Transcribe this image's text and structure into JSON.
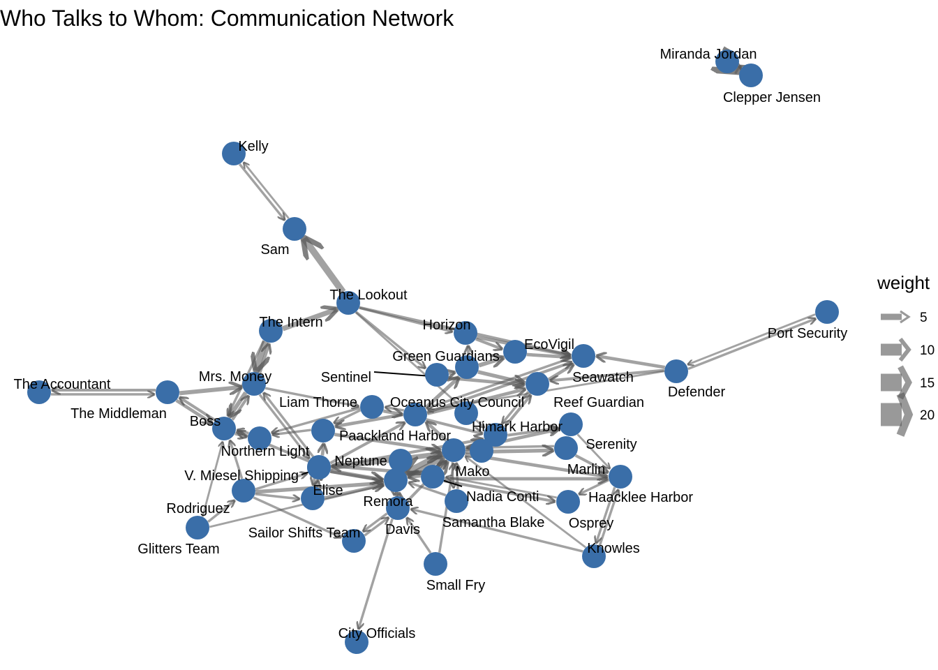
{
  "title": "Who Talks to Whom: Communication Network",
  "colors": {
    "node": "#3a6ea8",
    "edge": "#555555",
    "background": "#ffffff"
  },
  "legend": {
    "title": "weight",
    "items": [
      {
        "label": "5",
        "weight": 5
      },
      {
        "label": "10",
        "weight": 10
      },
      {
        "label": "15",
        "weight": 15
      },
      {
        "label": "20",
        "weight": 20
      }
    ]
  },
  "nodes": [
    {
      "id": "miranda",
      "label": "Miranda Jordan"
    },
    {
      "id": "clepper",
      "label": "Clepper Jensen"
    },
    {
      "id": "kelly",
      "label": "Kelly"
    },
    {
      "id": "sam",
      "label": "Sam"
    },
    {
      "id": "lookout",
      "label": "The Lookout"
    },
    {
      "id": "intern",
      "label": "The Intern"
    },
    {
      "id": "horizon",
      "label": "Horizon"
    },
    {
      "id": "ecovigil",
      "label": "EcoVigil"
    },
    {
      "id": "greenguardians",
      "label": "Green Guardians"
    },
    {
      "id": "portsecurity",
      "label": "Port Security"
    },
    {
      "id": "seawatch",
      "label": "Seawatch"
    },
    {
      "id": "defender",
      "label": "Defender"
    },
    {
      "id": "sentinel",
      "label": "Sentinel"
    },
    {
      "id": "accountant",
      "label": "The Accountant"
    },
    {
      "id": "middleman",
      "label": "The Middleman"
    },
    {
      "id": "mrsmoney",
      "label": "Mrs. Money"
    },
    {
      "id": "liamthorne",
      "label": "Liam Thorne"
    },
    {
      "id": "council",
      "label": "Oceanus City Council"
    },
    {
      "id": "reefguardian",
      "label": "Reef Guardian"
    },
    {
      "id": "boss",
      "label": "Boss"
    },
    {
      "id": "himark",
      "label": "Himark Harbor"
    },
    {
      "id": "paackland",
      "label": "Paackland Harbor"
    },
    {
      "id": "northernlight",
      "label": "Northern Light"
    },
    {
      "id": "serenity",
      "label": "Serenity"
    },
    {
      "id": "neptune",
      "label": "Neptune"
    },
    {
      "id": "mako",
      "label": "Mako"
    },
    {
      "id": "marlin",
      "label": "Marlin"
    },
    {
      "id": "vmiesel",
      "label": "V. Miesel Shipping"
    },
    {
      "id": "elise",
      "label": "Elise"
    },
    {
      "id": "haacklee",
      "label": "Haacklee Harbor"
    },
    {
      "id": "nadiaconti",
      "label": "Nadia Conti"
    },
    {
      "id": "rodriguez",
      "label": "Rodriguez"
    },
    {
      "id": "remora",
      "label": "Remora"
    },
    {
      "id": "osprey",
      "label": "Osprey"
    },
    {
      "id": "samanthablake",
      "label": "Samantha Blake"
    },
    {
      "id": "sailorshifts",
      "label": "Sailor Shifts Team"
    },
    {
      "id": "davis",
      "label": "Davis"
    },
    {
      "id": "glitters",
      "label": "Glitters Team"
    },
    {
      "id": "knowles",
      "label": "Knowles"
    },
    {
      "id": "smallfry",
      "label": "Small Fry"
    },
    {
      "id": "cityofficials",
      "label": "City Officials"
    }
  ],
  "edges": [
    {
      "from": "miranda",
      "to": "clepper",
      "weight": 18
    },
    {
      "from": "clepper",
      "to": "miranda",
      "weight": 6
    },
    {
      "from": "kelly",
      "to": "sam",
      "weight": 4
    },
    {
      "from": "sam",
      "to": "kelly",
      "weight": 3
    },
    {
      "from": "lookout",
      "to": "sam",
      "weight": 14
    },
    {
      "from": "intern",
      "to": "lookout",
      "weight": 10
    },
    {
      "from": "lookout",
      "to": "seawatch",
      "weight": 5
    },
    {
      "from": "lookout",
      "to": "horizon",
      "weight": 4
    },
    {
      "from": "lookout",
      "to": "sentinel",
      "weight": 4
    },
    {
      "from": "lookout",
      "to": "himark",
      "weight": 3
    },
    {
      "from": "intern",
      "to": "mrsmoney",
      "weight": 12
    },
    {
      "from": "mrsmoney",
      "to": "intern",
      "weight": 6
    },
    {
      "from": "mrsmoney",
      "to": "boss",
      "weight": 8
    },
    {
      "from": "middleman",
      "to": "accountant",
      "weight": 5
    },
    {
      "from": "accountant",
      "to": "middleman",
      "weight": 4
    },
    {
      "from": "middleman",
      "to": "mrsmoney",
      "weight": 8
    },
    {
      "from": "middleman",
      "to": "boss",
      "weight": 6
    },
    {
      "from": "boss",
      "to": "middleman",
      "weight": 5
    },
    {
      "from": "mrsmoney",
      "to": "liamthorne",
      "weight": 4
    },
    {
      "from": "mrsmoney",
      "to": "vmiesel",
      "weight": 4
    },
    {
      "from": "boss",
      "to": "mrsmoney",
      "weight": 5
    },
    {
      "from": "defender",
      "to": "portsecurity",
      "weight": 4
    },
    {
      "from": "portsecurity",
      "to": "defender",
      "weight": 3
    },
    {
      "from": "defender",
      "to": "seawatch",
      "weight": 6
    },
    {
      "from": "defender",
      "to": "reefguardian",
      "weight": 5
    },
    {
      "from": "defender",
      "to": "council",
      "weight": 3
    },
    {
      "from": "horizon",
      "to": "seawatch",
      "weight": 6
    },
    {
      "from": "ecovigil",
      "to": "seawatch",
      "weight": 6
    },
    {
      "from": "greenguardians",
      "to": "ecovigil",
      "weight": 8
    },
    {
      "from": "horizon",
      "to": "ecovigil",
      "weight": 5
    },
    {
      "from": "greenguardians",
      "to": "reefguardian",
      "weight": 7
    },
    {
      "from": "sentinel",
      "to": "greenguardians",
      "weight": 6
    },
    {
      "from": "sentinel",
      "to": "reefguardian",
      "weight": 6
    },
    {
      "from": "reefguardian",
      "to": "seawatch",
      "weight": 6
    },
    {
      "from": "council",
      "to": "greenguardians",
      "weight": 7
    },
    {
      "from": "council",
      "to": "reefguardian",
      "weight": 6
    },
    {
      "from": "council",
      "to": "himark",
      "weight": 5
    },
    {
      "from": "council",
      "to": "paackland",
      "weight": 6
    },
    {
      "from": "council",
      "to": "liamthorne",
      "weight": 4
    },
    {
      "from": "liamthorne",
      "to": "council",
      "weight": 6
    },
    {
      "from": "liamthorne",
      "to": "northernlight",
      "weight": 4
    },
    {
      "from": "himark",
      "to": "serenity",
      "weight": 5
    },
    {
      "from": "himark",
      "to": "reefguardian",
      "weight": 5
    },
    {
      "from": "mako",
      "to": "himark",
      "weight": 8
    },
    {
      "from": "mako",
      "to": "serenity",
      "weight": 6
    },
    {
      "from": "mako",
      "to": "marlin",
      "weight": 7
    },
    {
      "from": "mako",
      "to": "haacklee",
      "weight": 6
    },
    {
      "from": "mako",
      "to": "remora",
      "weight": 12
    },
    {
      "from": "remora",
      "to": "mako",
      "weight": 10
    },
    {
      "from": "neptune",
      "to": "mako",
      "weight": 10
    },
    {
      "from": "neptune",
      "to": "remora",
      "weight": 8
    },
    {
      "from": "neptune",
      "to": "paackland",
      "weight": 6
    },
    {
      "from": "neptune",
      "to": "elise",
      "weight": 5
    },
    {
      "from": "neptune",
      "to": "himark",
      "weight": 5
    },
    {
      "from": "nadiaconti",
      "to": "mako",
      "weight": 8
    },
    {
      "from": "nadiaconti",
      "to": "remora",
      "weight": 7
    },
    {
      "from": "nadiaconti",
      "to": "neptune",
      "weight": 6
    },
    {
      "from": "nadiaconti",
      "to": "osprey",
      "weight": 5
    },
    {
      "from": "nadiaconti",
      "to": "haacklee",
      "weight": 6
    },
    {
      "from": "marlin",
      "to": "haacklee",
      "weight": 5
    },
    {
      "from": "haacklee",
      "to": "osprey",
      "weight": 4
    },
    {
      "from": "haacklee",
      "to": "knowles",
      "weight": 4
    },
    {
      "from": "knowles",
      "to": "haacklee",
      "weight": 4
    },
    {
      "from": "knowles",
      "to": "davis",
      "weight": 4
    },
    {
      "from": "knowles",
      "to": "mako",
      "weight": 3
    },
    {
      "from": "serenity",
      "to": "haacklee",
      "weight": 3
    },
    {
      "from": "paackland",
      "to": "northernlight",
      "weight": 4
    },
    {
      "from": "paackland",
      "to": "mako",
      "weight": 6
    },
    {
      "from": "boss",
      "to": "northernlight",
      "weight": 5
    },
    {
      "from": "northernlight",
      "to": "boss",
      "weight": 4
    },
    {
      "from": "vmiesel",
      "to": "boss",
      "weight": 5
    },
    {
      "from": "vmiesel",
      "to": "mrsmoney",
      "weight": 4
    },
    {
      "from": "vmiesel",
      "to": "remora",
      "weight": 5
    },
    {
      "from": "vmiesel",
      "to": "neptune",
      "weight": 4
    },
    {
      "from": "rodriguez",
      "to": "boss",
      "weight": 4
    },
    {
      "from": "rodriguez",
      "to": "remora",
      "weight": 7
    },
    {
      "from": "rodriguez",
      "to": "sailorshifts",
      "weight": 4
    },
    {
      "from": "rodriguez",
      "to": "elise",
      "weight": 4
    },
    {
      "from": "rodriguez",
      "to": "vmiesel",
      "weight": 4
    },
    {
      "from": "glitters",
      "to": "rodriguez",
      "weight": 4
    },
    {
      "from": "glitters",
      "to": "boss",
      "weight": 3
    },
    {
      "from": "glitters",
      "to": "remora",
      "weight": 3
    },
    {
      "from": "elise",
      "to": "remora",
      "weight": 6
    },
    {
      "from": "elise",
      "to": "vmiesel",
      "weight": 4
    },
    {
      "from": "davis",
      "to": "remora",
      "weight": 7
    },
    {
      "from": "davis",
      "to": "mako",
      "weight": 5
    },
    {
      "from": "davis",
      "to": "sailorshifts",
      "weight": 4
    },
    {
      "from": "sailorshifts",
      "to": "davis",
      "weight": 4
    },
    {
      "from": "davis",
      "to": "cityofficials",
      "weight": 4
    },
    {
      "from": "smallfry",
      "to": "davis",
      "weight": 4
    },
    {
      "from": "smallfry",
      "to": "mako",
      "weight": 4
    },
    {
      "from": "samanthablake",
      "to": "remora",
      "weight": 4
    },
    {
      "from": "samanthablake",
      "to": "mako",
      "weight": 4
    },
    {
      "from": "mako",
      "to": "samanthablake",
      "weight": 3
    },
    {
      "from": "osprey",
      "to": "nadiaconti",
      "weight": 3
    },
    {
      "from": "marlin",
      "to": "mako",
      "weight": 4
    },
    {
      "from": "greenguardians",
      "to": "horizon",
      "weight": 5
    },
    {
      "from": "council",
      "to": "seawatch",
      "weight": 5
    },
    {
      "from": "seawatch",
      "to": "council",
      "weight": 4
    },
    {
      "from": "reefguardian",
      "to": "himark",
      "weight": 4
    },
    {
      "from": "liamthorne",
      "to": "paackland",
      "weight": 4
    },
    {
      "from": "remora",
      "to": "davis",
      "weight": 5
    },
    {
      "from": "neptune",
      "to": "council",
      "weight": 5
    },
    {
      "from": "mako",
      "to": "council",
      "weight": 6
    },
    {
      "from": "intern",
      "to": "boss",
      "weight": 4
    }
  ]
}
